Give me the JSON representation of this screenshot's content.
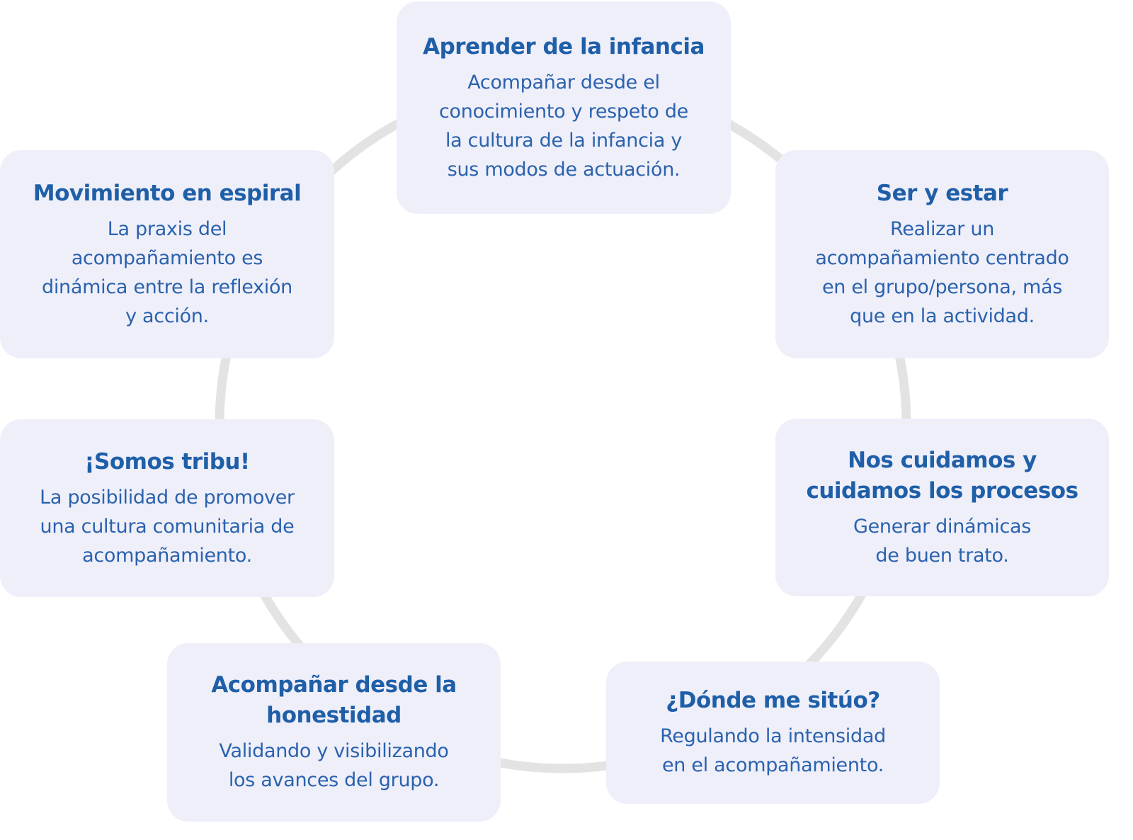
{
  "colors": {
    "card_bg": "#efeffa",
    "title": "#1f5fa8",
    "body": "#2a62ad",
    "ring": "#e3e3e3"
  },
  "cards": [
    {
      "title": "Aprender de la infancia",
      "body": "Acompañar desde el\nconocimiento y respeto de\nla cultura de la infancia y\nsus modos de actuación."
    },
    {
      "title": "Ser y estar",
      "body": "Realizar un\nacompañamiento centrado\nen el grupo/persona, más\nque en la actividad."
    },
    {
      "title": "Nos cuidamos y\ncuidamos los procesos",
      "body": "Generar dinámicas\nde buen trato."
    },
    {
      "title": "¿Dónde me sitúo?",
      "body": "Regulando la intensidad\nen el acompañamiento."
    },
    {
      "title": "Acompañar desde la\nhonestidad",
      "body": "Validando y visibilizando\nlos avances del grupo."
    },
    {
      "title": "¡Somos tribu!",
      "body": "La posibilidad de promover\nuna cultura comunitaria de\nacompañamiento."
    },
    {
      "title": "Movimiento en espiral",
      "body": "La praxis del\nacompañamiento es\ndinámica entre la reflexión\ny acción."
    }
  ]
}
